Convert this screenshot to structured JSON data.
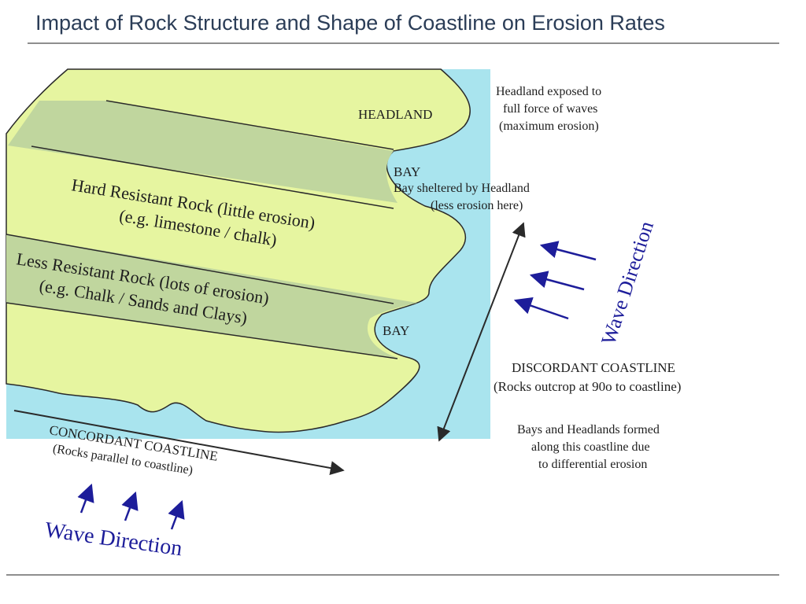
{
  "title": "Impact of Rock Structure and Shape of Coastline on Erosion Rates",
  "colors": {
    "sea": "#a9e4ee",
    "resistant_rock": "#e6f5a0",
    "less_resistant_rock": "#c0d69e",
    "line": "#2a2a2a",
    "arrow": "#1d1d9a",
    "text": "#1e1e1e"
  },
  "labels": {
    "headland": "HEADLAND",
    "headland_note": [
      "Headland exposed to",
      "full force of waves",
      "(maximum erosion)"
    ],
    "bay_top": "BAY",
    "bay_note": [
      "Bay sheltered by Headland",
      "(less erosion here)"
    ],
    "hard_rock": [
      "Hard Resistant Rock (little erosion)",
      "(e.g. limestone / chalk)"
    ],
    "less_rock": [
      "Less Resistant Rock (lots of erosion)",
      "(e.g. Chalk / Sands and Clays)"
    ],
    "bay_bottom": "BAY",
    "wave_direction_right": "Wave Direction",
    "discordant": [
      "DISCORDANT COASTLINE",
      "(Rocks outcrop at 90o to coastline)"
    ],
    "discordant_note": [
      "Bays and Headlands formed",
      "along this coastline due",
      "to differential erosion"
    ],
    "concordant": [
      "CONCORDANT COASTLINE",
      "(Rocks parallel to coastline)"
    ],
    "wave_direction_bottom": "Wave Direction"
  },
  "icons": {
    "wave_arrows": "arrow-up-right-icon",
    "coast_arrows": "double-headed-arrow-icon"
  }
}
